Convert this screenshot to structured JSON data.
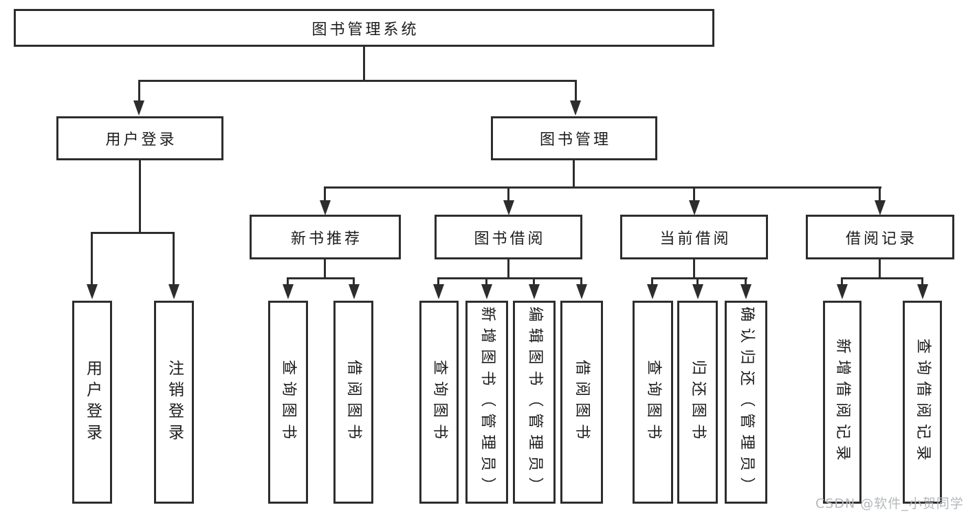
{
  "tree": {
    "root": {
      "label": "图书管理系统"
    },
    "branches": [
      {
        "label": "用户登录",
        "children": [
          {
            "label": "用户登录"
          },
          {
            "label": "注销登录"
          }
        ]
      },
      {
        "label": "图书管理",
        "children": [
          {
            "label": "新书推荐",
            "children": [
              {
                "label": "查询图书"
              },
              {
                "label": "借阅图书"
              }
            ]
          },
          {
            "label": "图书借阅",
            "children": [
              {
                "label": "查询图书"
              },
              {
                "label": "新增图书（管理员）"
              },
              {
                "label": "编辑图书（管理员）"
              },
              {
                "label": "借阅图书"
              }
            ]
          },
          {
            "label": "当前借阅",
            "children": [
              {
                "label": "查询图书"
              },
              {
                "label": "归还图书"
              },
              {
                "label": "确认归还（管理员）"
              }
            ]
          },
          {
            "label": "借阅记录",
            "children": [
              {
                "label": "新增借阅记录"
              },
              {
                "label": "查询借阅记录"
              }
            ]
          }
        ]
      }
    ]
  },
  "watermark": {
    "text": "CSDN @软件_小贺同学"
  },
  "colors": {
    "line": "#2d2d2d",
    "box_border": "#2d2d2d",
    "text": "#1c1c1c",
    "watermark": "#b5b8bb",
    "background": "#ffffff"
  }
}
